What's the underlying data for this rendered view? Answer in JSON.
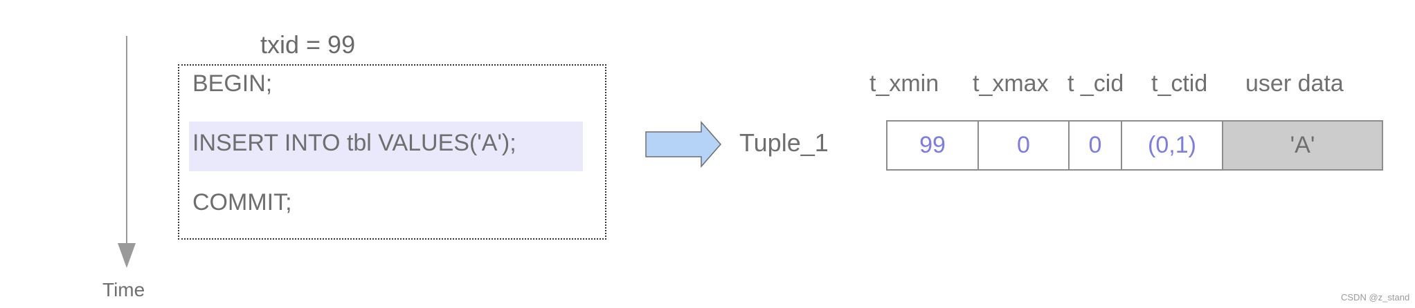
{
  "time_axis": {
    "label": "Time"
  },
  "transaction": {
    "txid_label": "txid = 99",
    "statements": {
      "begin": "BEGIN;",
      "insert": "INSERT INTO tbl VALUES('A');",
      "commit": "COMMIT;"
    },
    "highlight_color": "#e9e9fb"
  },
  "tuple": {
    "label": "Tuple_1",
    "headers": {
      "t_xmin": "t_xmin",
      "t_xmax": "t_xmax",
      "t_cid": "t _cid",
      "t_ctid": "t_ctid",
      "user_data": "user data"
    },
    "values": {
      "t_xmin": "99",
      "t_xmax": "0",
      "t_cid": "0",
      "t_ctid": "(0,1)",
      "user_data": "'A'"
    },
    "value_color": "#7b7bea",
    "user_data_bg": "#cccccc"
  },
  "arrow": {
    "fill_color": "#b4d3f7",
    "stroke_color": "#6e6e6e"
  },
  "watermark": "CSDN @z_stand"
}
